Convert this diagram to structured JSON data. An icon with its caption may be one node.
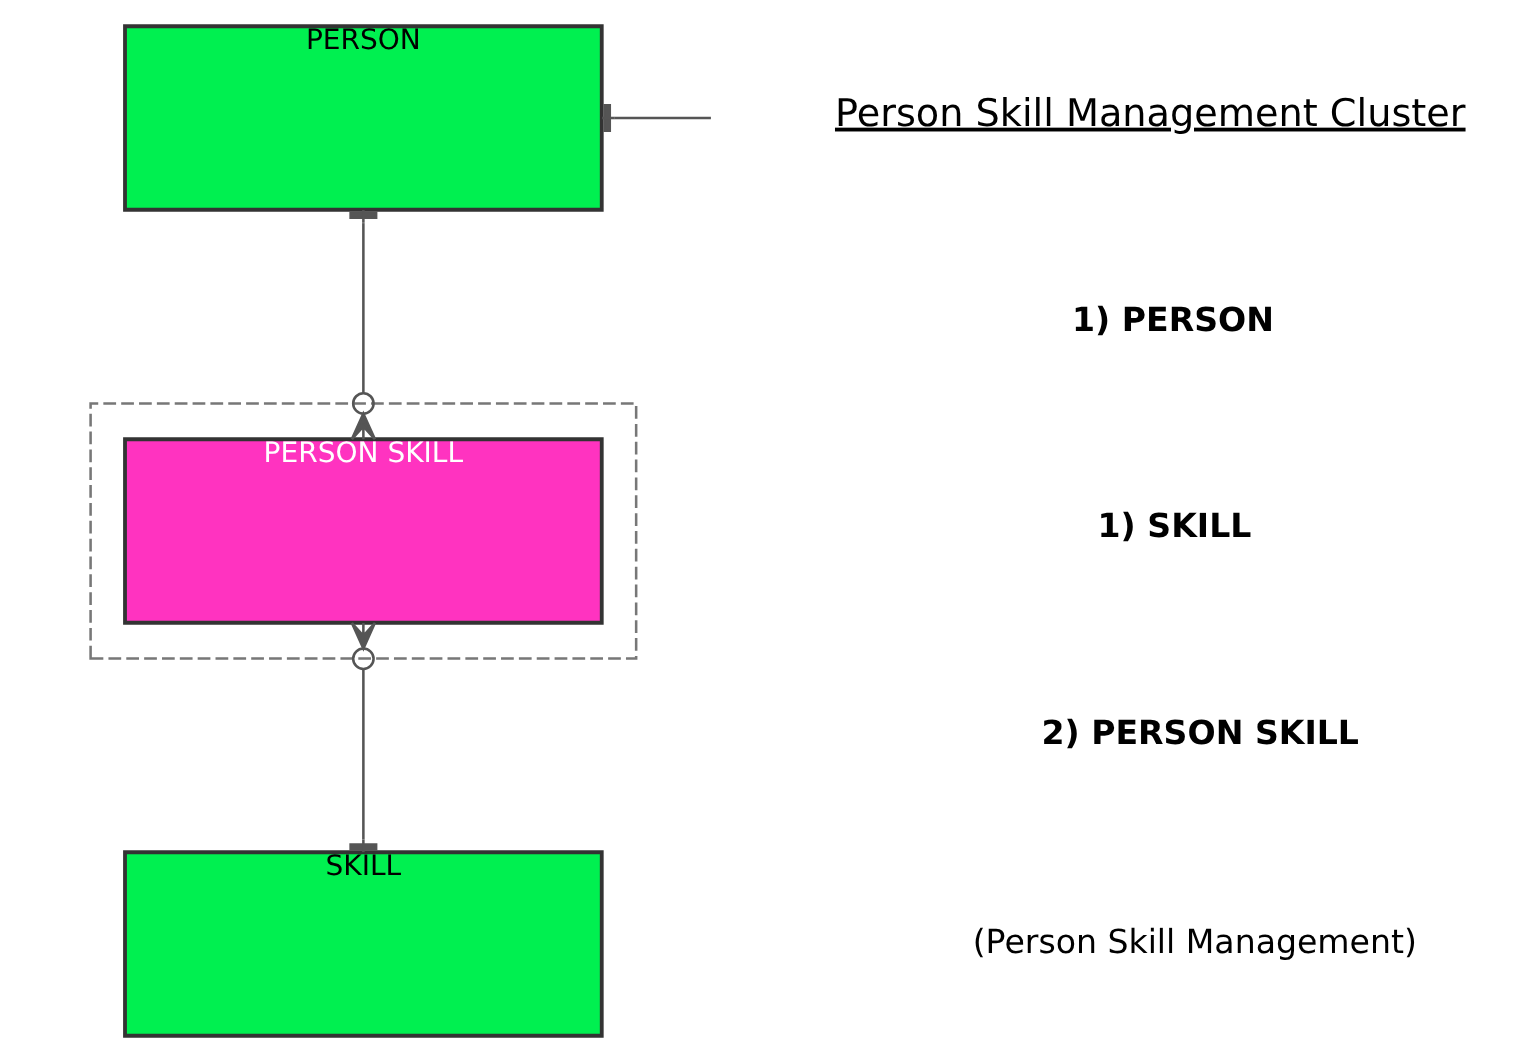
{
  "diagram": {
    "nodes": [
      {
        "text": [
          "PERSON"
        ]
      },
      {
        "text": [],
        "shape": "box"
      },
      {
        "text": [
          "PERSON SKILL"
        ],
        "in": 1
      },
      {
        "text": [
          "SKILL"
        ]
      }
    ],
    "edges": [
      {
        "from": 0,
        "to": null,
        "arrow": "other"
      },
      {
        "from": 0,
        "to": 2,
        "arrow": "other"
      },
      {
        "from": 2,
        "to": 3,
        "arrow": "other"
      }
    ],
    "labels": [
      "Person Skill Management Cluster",
      "1) PERSON",
      "1) SKILL",
      "2) PERSON SKILL",
      "(Person Skill Management)"
    ]
  }
}
